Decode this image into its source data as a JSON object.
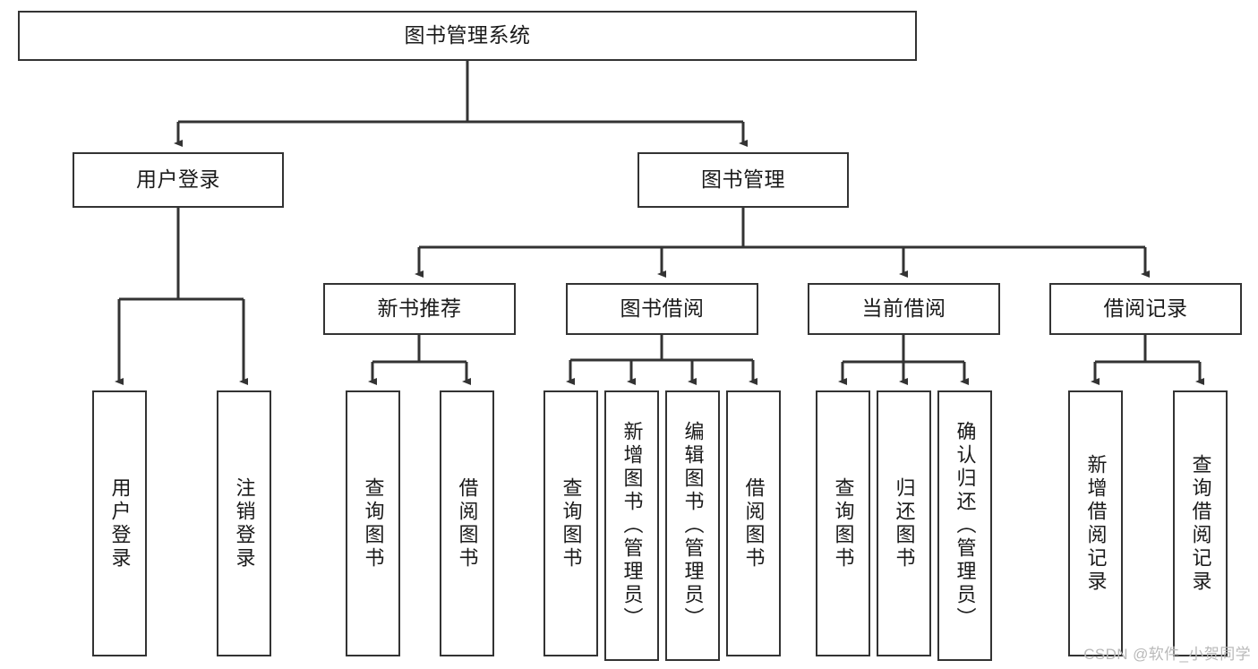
{
  "diagram": {
    "title": "图书管理系统",
    "type": "hierarchy-tree",
    "style": {
      "box_border_color": "#333333",
      "box_fill_color": "#ffffff",
      "text_color": "#1a1a1a",
      "connector_color": "#333333",
      "background_color": "#ffffff"
    },
    "levels": {
      "root": "图书管理系统",
      "level2": [
        "用户登录",
        "图书管理"
      ],
      "level3": [
        "新书推荐",
        "图书借阅",
        "当前借阅",
        "借阅记录"
      ],
      "leaves": [
        "用户登录",
        "注销登录",
        "查询图书",
        "借阅图书",
        "查询图书",
        "新增图书（管理员）",
        "编辑图书（管理员）",
        "借阅图书",
        "查询图书",
        "归还图书",
        "确认归还（管理员）",
        "新增借阅记录",
        "查询借阅记录"
      ]
    },
    "nodes": {
      "root": {
        "label": "图书管理系统"
      },
      "user_login": {
        "label": "用户登录"
      },
      "book_mgmt": {
        "label": "图书管理"
      },
      "new_book_rec": {
        "label": "新书推荐"
      },
      "book_borrow": {
        "label": "图书借阅"
      },
      "current_borrow": {
        "label": "当前借阅"
      },
      "borrow_record": {
        "label": "借阅记录"
      },
      "leaf_user_login": {
        "label": "用户登录"
      },
      "leaf_logout": {
        "label": "注销登录"
      },
      "leaf_query_book_a": {
        "label": "查询图书"
      },
      "leaf_borrow_book_a": {
        "label": "借阅图书"
      },
      "leaf_query_book_b": {
        "label": "查询图书"
      },
      "leaf_add_book": {
        "label": "新增图书（管理员）"
      },
      "leaf_edit_book": {
        "label": "编辑图书（管理员）"
      },
      "leaf_borrow_book_b": {
        "label": "借阅图书"
      },
      "leaf_query_book_c": {
        "label": "查询图书"
      },
      "leaf_return_book": {
        "label": "归还图书"
      },
      "leaf_confirm_return": {
        "label": "确认归还（管理员）"
      },
      "leaf_add_record": {
        "label": "新增借阅记录"
      },
      "leaf_query_record": {
        "label": "查询借阅记录"
      }
    }
  },
  "watermark": {
    "text": "CSDN @软件_小贺同学"
  }
}
